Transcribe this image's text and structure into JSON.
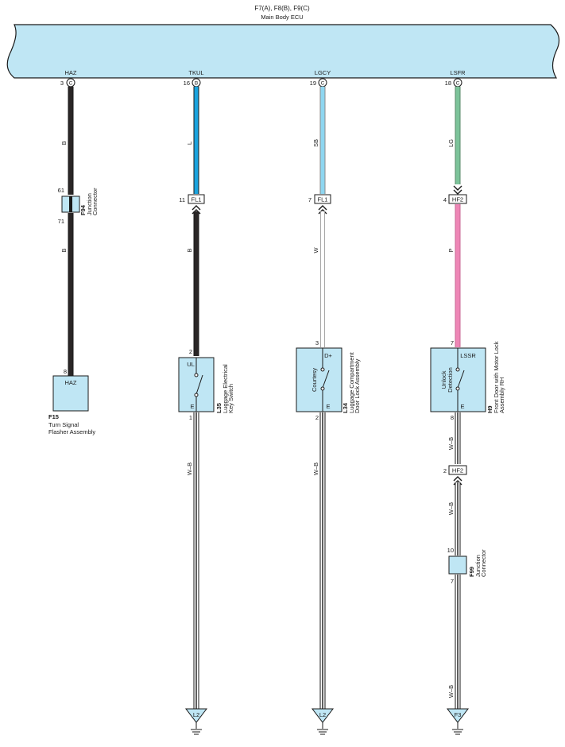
{
  "ecu": {
    "connectors": "F7(A), F8(B), F9(C)",
    "name": "Main Body ECU",
    "color": "#bfe6f4"
  },
  "circuits": [
    {
      "terminal": "HAZ",
      "pin": "3",
      "conn": "C",
      "wire_top": "B",
      "wire_bottom": "B",
      "color_top": "#2a2626",
      "color_bottom": "#2a2626",
      "junction": {
        "code": "F94",
        "name1": "Junction",
        "name2": "Connector",
        "pin_in": "61",
        "pin_out": "71"
      },
      "device": {
        "code": "F15",
        "name1": "Turn Signal",
        "name2": "Flasher Assembly",
        "pin": "8",
        "label": "HAZ"
      }
    },
    {
      "terminal": "TKUL",
      "pin": "16",
      "conn": "B",
      "wire_top": "L",
      "wire_bottom": "B",
      "color_top": "#1aa3de",
      "color_bottom": "#2a2626",
      "connector": {
        "label": "FL1",
        "pin": "11"
      },
      "device": {
        "code": "L35",
        "name1": "Luggage Electrical",
        "name2": "Key Switch",
        "pin_top": "2",
        "pin_bottom": "1",
        "label_top": "UL",
        "label_bottom": "E"
      },
      "ground": {
        "wire1": "W–B",
        "code": "L2"
      }
    },
    {
      "terminal": "LGCY",
      "pin": "19",
      "conn": "C",
      "wire_top": "SB",
      "wire_bottom": "W",
      "color_top": "#8ed6f0",
      "color_bottom": "#ffffff",
      "connector": {
        "label": "FL1",
        "pin": "7"
      },
      "device": {
        "code": "L34",
        "name1": "Luggage Compartment",
        "name2": "Door Lock Assembly",
        "pin_top": "3",
        "pin_bottom": "2",
        "label_top": "D+",
        "label_side": "Courtesy",
        "label_bottom": "E"
      },
      "ground": {
        "wire1": "W–B",
        "code": "L2"
      }
    },
    {
      "terminal": "LSFR",
      "pin": "18",
      "conn": "C",
      "wire_top": "LG",
      "wire_bottom": "P",
      "color_top": "#7cc39a",
      "color_bottom": "#ee86b6",
      "connector": {
        "label": "HF2",
        "pin": "4"
      },
      "device": {
        "code": "H9",
        "name1": "Front Door with Motor Lock",
        "name2": "Assembly RH",
        "pin_top": "7",
        "pin_bottom": "8",
        "label_top": "LSSR",
        "label_side1": "Unlock",
        "label_side2": "Detection",
        "label_bottom": "E"
      },
      "connector2": {
        "label": "HF2",
        "pin": "2"
      },
      "junction": {
        "code": "F99",
        "name1": "Junction",
        "name2": "Connector",
        "pin_in": "10",
        "pin_out": "7"
      },
      "ground": {
        "wire1": "W–B",
        "wire2": "W–B",
        "wire3": "W–B",
        "code": "F3"
      }
    }
  ]
}
